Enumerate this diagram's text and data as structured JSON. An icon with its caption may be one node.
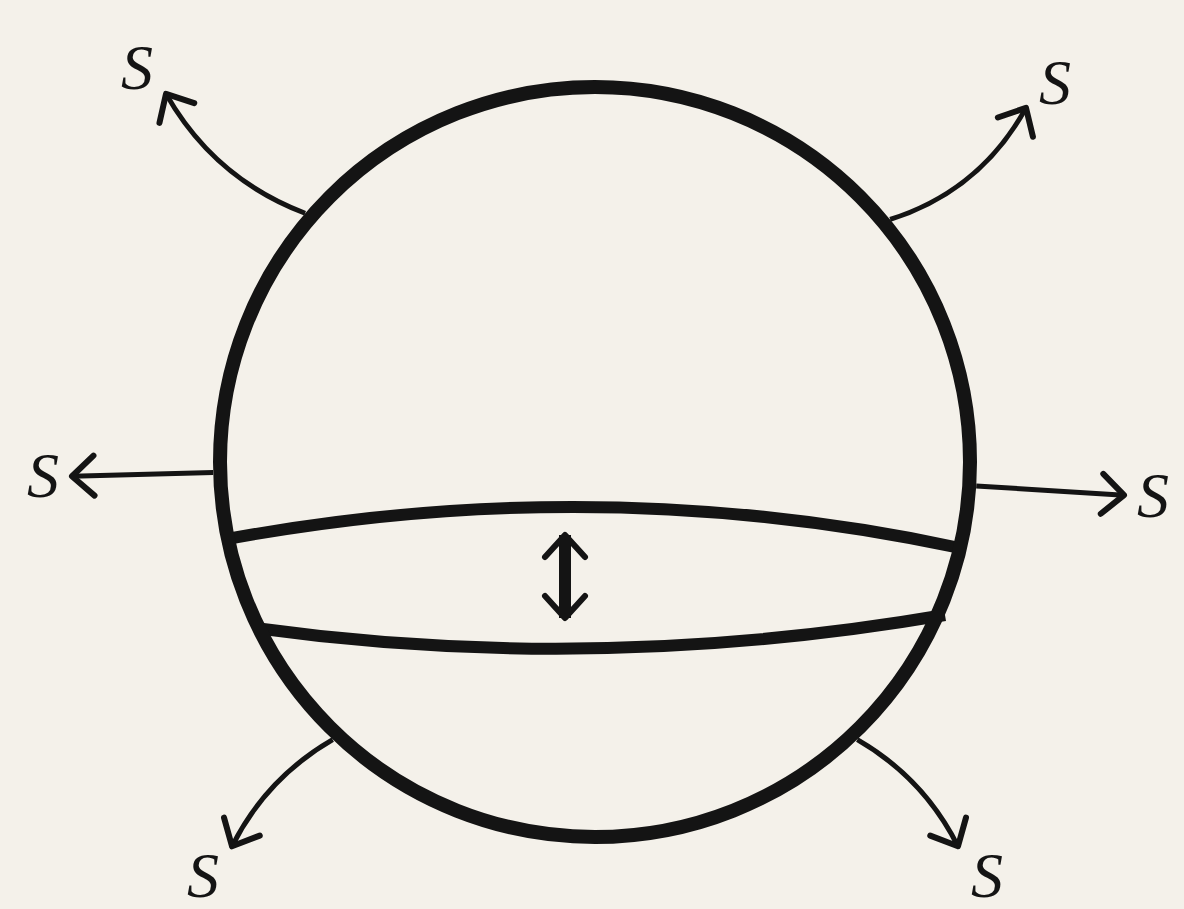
{
  "diagram": {
    "nodes": [
      {
        "text": [],
        "shape": "circle"
      },
      {
        "text": [
          "S"
        ]
      },
      {
        "text": [
          "S"
        ]
      },
      {
        "text": [
          "S"
        ]
      },
      {
        "text": [
          "S"
        ]
      },
      {
        "text": [
          "S"
        ]
      },
      {
        "text": [
          "S"
        ]
      }
    ],
    "edges": [
      {
        "from": 0,
        "to": 1,
        "arrow": "to"
      },
      {
        "from": 0,
        "to": 2,
        "arrow": "to"
      },
      {
        "from": 0,
        "to": 3,
        "arrow": "to"
      },
      {
        "from": 0,
        "to": 4,
        "arrow": "to"
      },
      {
        "from": 0,
        "to": 5,
        "arrow": "to"
      },
      {
        "from": 0,
        "to": 6,
        "arrow": "to"
      }
    ]
  }
}
